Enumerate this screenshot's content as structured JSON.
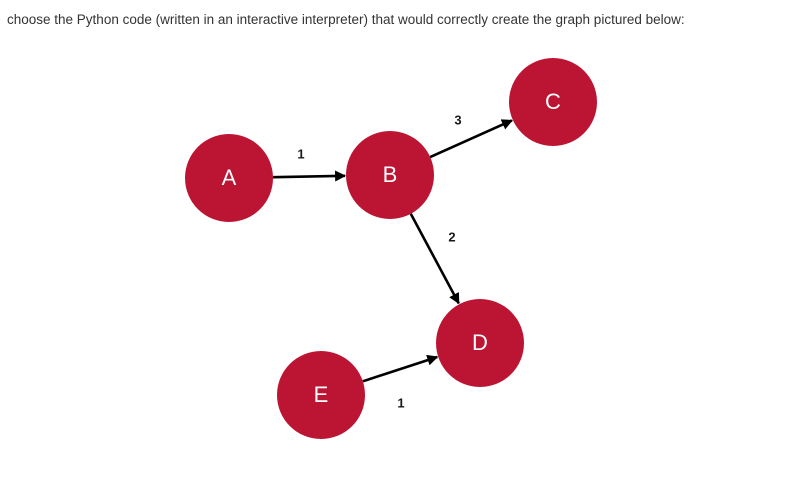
{
  "question": {
    "text": "choose the Python code (written in an interactive interpreter) that would correctly create the graph pictured below:"
  },
  "graph": {
    "node_color": "#bc1433",
    "edge_color": "#000000",
    "nodes": [
      {
        "id": "A",
        "label": "A"
      },
      {
        "id": "B",
        "label": "B"
      },
      {
        "id": "C",
        "label": "C"
      },
      {
        "id": "D",
        "label": "D"
      },
      {
        "id": "E",
        "label": "E"
      }
    ],
    "edges": [
      {
        "from": "A",
        "to": "B",
        "weight": "1"
      },
      {
        "from": "B",
        "to": "C",
        "weight": "3"
      },
      {
        "from": "B",
        "to": "D",
        "weight": "2"
      },
      {
        "from": "E",
        "to": "D",
        "weight": "1"
      }
    ]
  }
}
